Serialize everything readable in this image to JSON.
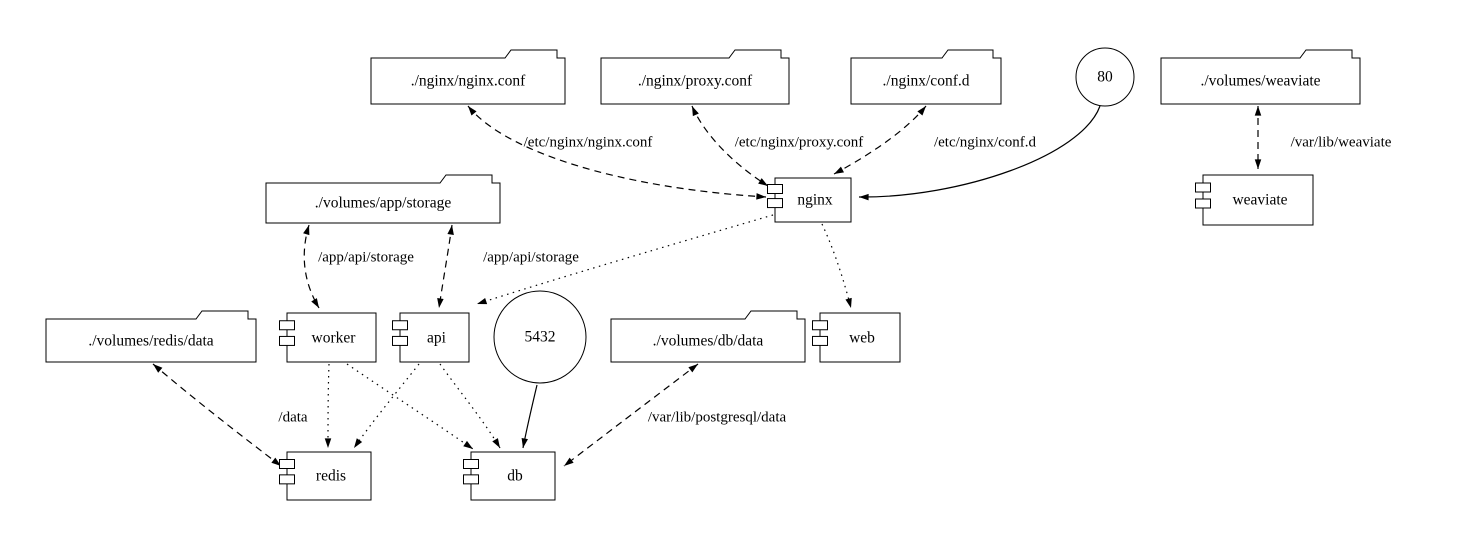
{
  "colors": {
    "background": "#ffffff",
    "stroke": "#000000",
    "text": "#000000"
  },
  "nodes": [
    {
      "id": "nginx_conf_file",
      "type": "folder",
      "label": "./nginx/nginx.conf"
    },
    {
      "id": "proxy_conf_file",
      "type": "folder",
      "label": "./nginx/proxy.conf"
    },
    {
      "id": "conf_d_dir",
      "type": "folder",
      "label": "./nginx/conf.d"
    },
    {
      "id": "port_80",
      "type": "circle",
      "label": "80"
    },
    {
      "id": "volumes_weaviate",
      "type": "folder",
      "label": "./volumes/weaviate"
    },
    {
      "id": "volumes_app_storage",
      "type": "folder",
      "label": "./volumes/app/storage"
    },
    {
      "id": "nginx",
      "type": "component",
      "label": "nginx"
    },
    {
      "id": "weaviate",
      "type": "component",
      "label": "weaviate"
    },
    {
      "id": "volumes_redis_data",
      "type": "folder",
      "label": "./volumes/redis/data"
    },
    {
      "id": "worker",
      "type": "component",
      "label": "worker"
    },
    {
      "id": "api",
      "type": "component",
      "label": "api"
    },
    {
      "id": "port_5432",
      "type": "circle",
      "label": "5432"
    },
    {
      "id": "volumes_db_data",
      "type": "folder",
      "label": "./volumes/db/data"
    },
    {
      "id": "web",
      "type": "component",
      "label": "web"
    },
    {
      "id": "redis",
      "type": "component",
      "label": "redis"
    },
    {
      "id": "db",
      "type": "component",
      "label": "db"
    }
  ],
  "edges": [
    {
      "from": "nginx_conf_file",
      "to": "nginx",
      "label": "/etc/nginx/nginx.conf",
      "style": "dashed",
      "bidirectional": true
    },
    {
      "from": "proxy_conf_file",
      "to": "nginx",
      "label": "/etc/nginx/proxy.conf",
      "style": "dashed",
      "bidirectional": true
    },
    {
      "from": "conf_d_dir",
      "to": "nginx",
      "label": "/etc/nginx/conf.d",
      "style": "dashed",
      "bidirectional": true
    },
    {
      "from": "port_80",
      "to": "nginx",
      "label": "",
      "style": "solid",
      "bidirectional": false
    },
    {
      "from": "volumes_weaviate",
      "to": "weaviate",
      "label": "/var/lib/weaviate",
      "style": "dashed",
      "bidirectional": true
    },
    {
      "from": "volumes_app_storage",
      "to": "worker",
      "label": "/app/api/storage",
      "style": "dashed",
      "bidirectional": true
    },
    {
      "from": "volumes_app_storage",
      "to": "api",
      "label": "/app/api/storage",
      "style": "dashed",
      "bidirectional": true
    },
    {
      "from": "nginx",
      "to": "api",
      "label": "",
      "style": "dotted",
      "bidirectional": false
    },
    {
      "from": "nginx",
      "to": "web",
      "label": "",
      "style": "dotted",
      "bidirectional": false
    },
    {
      "from": "worker",
      "to": "redis",
      "label": "",
      "style": "dotted",
      "bidirectional": false
    },
    {
      "from": "worker",
      "to": "db",
      "label": "",
      "style": "dotted",
      "bidirectional": false
    },
    {
      "from": "api",
      "to": "redis",
      "label": "",
      "style": "dotted",
      "bidirectional": false
    },
    {
      "from": "api",
      "to": "db",
      "label": "",
      "style": "dotted",
      "bidirectional": false
    },
    {
      "from": "volumes_redis_data",
      "to": "redis",
      "label": "/data",
      "style": "dashed",
      "bidirectional": true
    },
    {
      "from": "volumes_db_data",
      "to": "db",
      "label": "/var/lib/postgresql/data",
      "style": "dashed",
      "bidirectional": true
    },
    {
      "from": "port_5432",
      "to": "db",
      "label": "",
      "style": "solid",
      "bidirectional": false
    }
  ]
}
